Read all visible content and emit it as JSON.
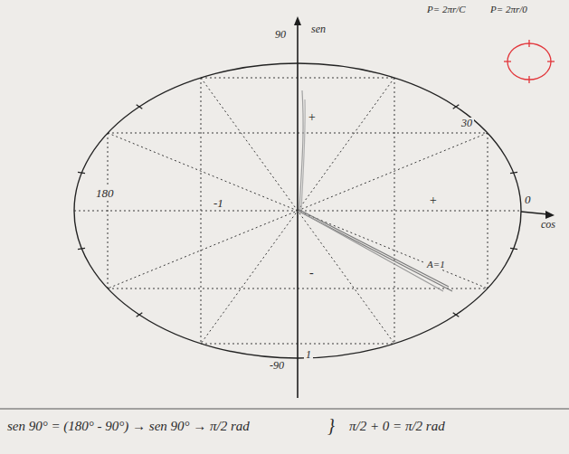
{
  "diagram": {
    "labels": [
      "sen",
      "90",
      "cos",
      "180",
      "0",
      "-90",
      "30",
      "+",
      "-1",
      "+",
      "-",
      "1",
      "A=1",
      "P= 2πr/C",
      "P= 2πr/0",
      "sen 90° = (180° - 90°) → sen 90° → π/2 rad",
      "}",
      "π/2 + 0 = π/2 rad"
    ]
  }
}
